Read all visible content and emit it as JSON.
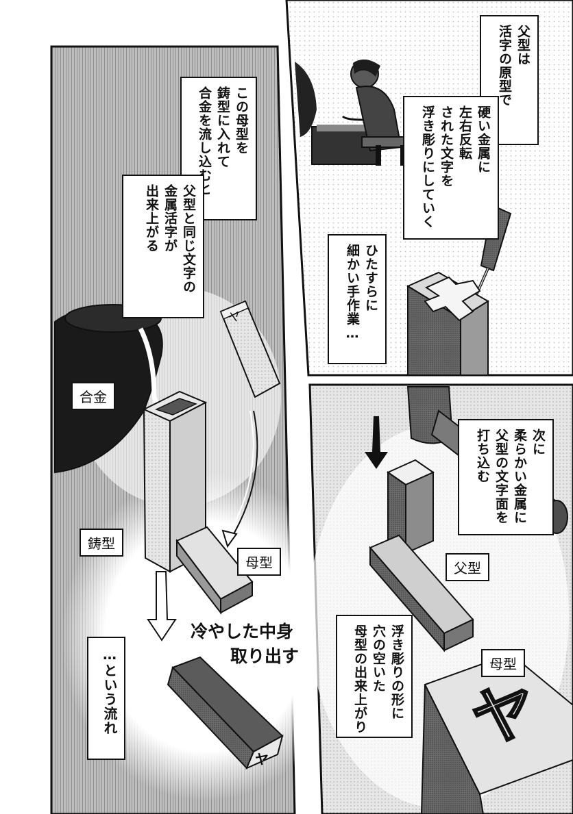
{
  "panel_top_left": {
    "box1_lines": [
      "この母型を",
      "鋳型に入れて",
      "合金を流し込むと"
    ],
    "box2_lines": [
      "父型と同じ文字の",
      "金属活字が",
      "出来上がる"
    ],
    "label_alloy": "合金",
    "label_mold": "鋳型",
    "label_matrix": "母型",
    "handwritten_lines": [
      "冷やした中身",
      "取り出す"
    ],
    "box3_lines": [
      "…という流れ"
    ]
  },
  "panel_top_right": {
    "box1_lines": [
      "父型は",
      "活字の原型で"
    ],
    "box2_lines": [
      "硬い金属に",
      "左右反転",
      "された文字を",
      "浮き彫りにしていく"
    ],
    "box3_lines": [
      "ひたすらに",
      "細かい手作業…"
    ]
  },
  "panel_bottom_right": {
    "box1_lines": [
      "次に",
      "柔らかい金属に",
      "父型の文字面を",
      "打ち込む"
    ],
    "label_punch": "父型",
    "box2_lines": [
      "浮き彫りの形に",
      "穴の空いた",
      "母型の出来上がり"
    ],
    "label_matrix": "母型"
  },
  "colors": {
    "ink": "#111111",
    "screentone": "#9a9a9a",
    "paper": "#ffffff"
  }
}
